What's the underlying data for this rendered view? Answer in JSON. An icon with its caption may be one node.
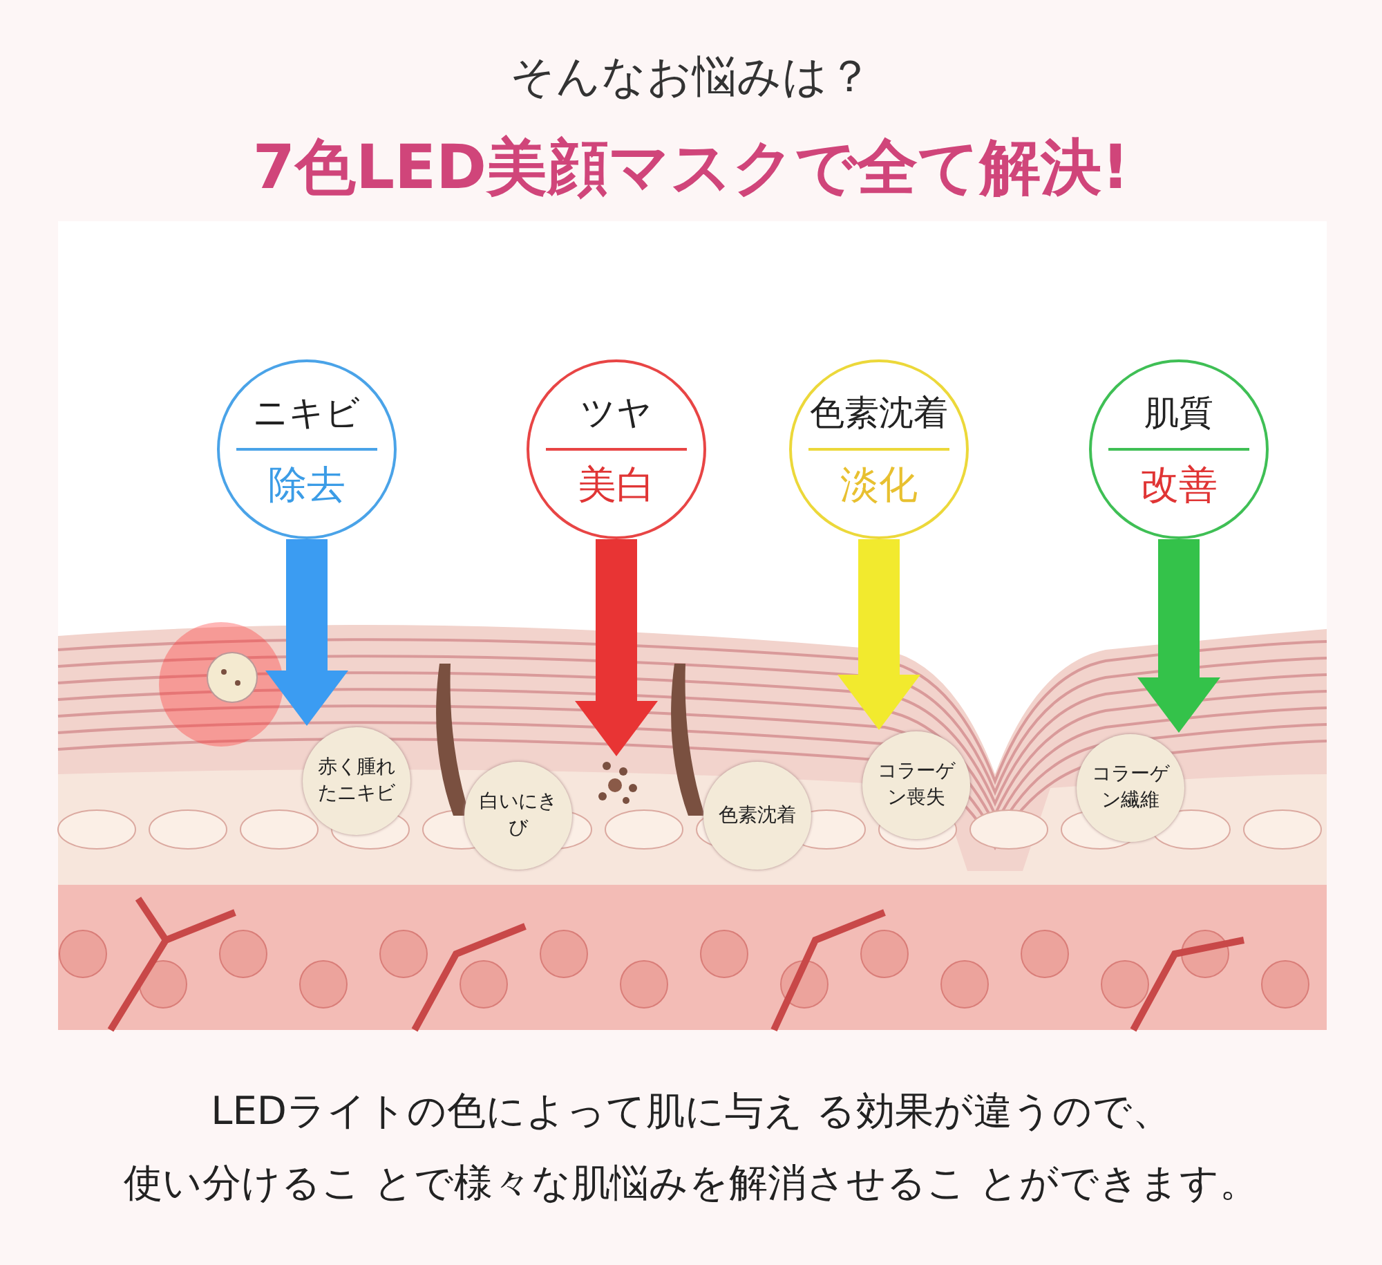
{
  "diagram": {
    "title": "7色LED美顔マスクで全て解決!",
    "caption": "LEDライトの色によって肌に与え る効果が違うので、使い分けるこ とで様々な肌悩みを解消させるこ とができます。",
    "labels": [
      "そんなお悩みは？"
    ],
    "nodes": [
      {
        "text": [
          "ニキビ",
          "除去"
        ]
      },
      {
        "text": [
          "ツヤ",
          "美白"
        ]
      },
      {
        "text": [
          "色素沈着",
          "淡化"
        ]
      },
      {
        "text": [
          "肌質",
          "改善"
        ]
      },
      {
        "text": [
          "赤く腫れたニキビ"
        ]
      },
      {
        "text": [
          "白いにきび"
        ]
      },
      {
        "text": [
          "色素沈着"
        ]
      },
      {
        "text": [
          "コラーゲン喪失"
        ]
      },
      {
        "text": [
          "コラーゲン繊維"
        ]
      },
      {
        "text": [],
        "shape": "picture"
      }
    ],
    "edges": [
      {
        "from": 0,
        "to": 4,
        "arrow": "to",
        "color": "#3b9cf2"
      },
      {
        "from": 1,
        "to": 9,
        "arrow": "to",
        "color": "#e83434"
      },
      {
        "from": 2,
        "to": 7,
        "arrow": "to",
        "color": "#f2ea2e"
      },
      {
        "from": 3,
        "to": 8,
        "arrow": "to",
        "color": "#34c24a"
      }
    ]
  }
}
